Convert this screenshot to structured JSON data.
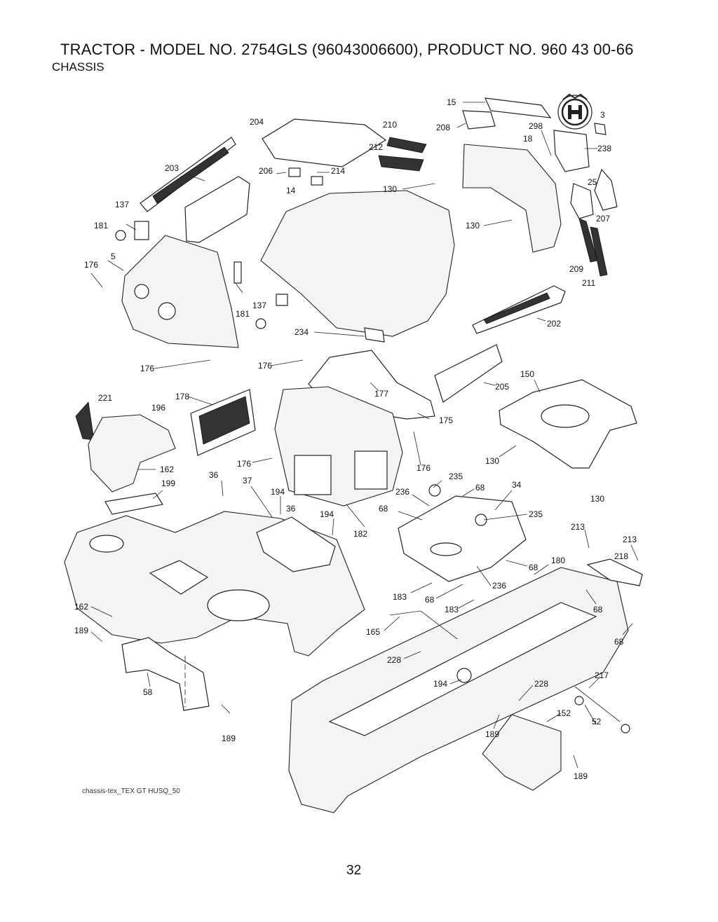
{
  "header": {
    "title": "TRACTOR - MODEL NO. 2754GLS (96043006600), PRODUCT NO. 960 43 00-66",
    "subtitle": "CHASSIS"
  },
  "callouts": {
    "c15": "15",
    "c3": "3",
    "c298": "298",
    "c18": "18",
    "c238": "238",
    "c208": "208",
    "c204": "204",
    "c210": "210",
    "c212": "212",
    "c203": "203",
    "c206": "206",
    "c214": "214",
    "c14": "14",
    "c130a": "130",
    "c130b": "130",
    "c25": "25",
    "c207": "207",
    "c137a": "137",
    "c181a": "181",
    "c5": "5",
    "c176a": "176",
    "c209": "209",
    "c211": "211",
    "c137b": "137",
    "c181b": "181",
    "c234": "234",
    "c202": "202",
    "c176b": "176",
    "c176c": "176",
    "c177": "177",
    "c150": "150",
    "c205": "205",
    "c221": "221",
    "c178": "178",
    "c196": "196",
    "c175": "175",
    "c162a": "162",
    "c176d": "176",
    "c176e": "176",
    "c130c": "130",
    "c130d": "130",
    "c36a": "36",
    "c37": "37",
    "c199": "199",
    "c194a": "194",
    "c36b": "36",
    "c194b": "194",
    "c182": "182",
    "c235a": "235",
    "c236a": "236",
    "c68a": "68",
    "c34": "34",
    "c68b": "68",
    "c235b": "235",
    "c213a": "213",
    "c213b": "213",
    "c218": "218",
    "c180": "180",
    "c68c": "68",
    "c183a": "183",
    "c68d": "68",
    "c236b": "236",
    "c183b": "183",
    "c68e": "68",
    "c68f": "68",
    "c162b": "162",
    "c165": "165",
    "c189a": "189",
    "c228a": "228",
    "c58": "58",
    "c194c": "194",
    "c228b": "228",
    "c217": "217",
    "c152": "152",
    "c52": "52",
    "c189b": "189",
    "c189c": "189",
    "c189d": "189"
  },
  "logo": {
    "name": "husqvarna-crown-logo"
  },
  "footer": {
    "note": "chassis-tex_TEX GT HUSQ_50",
    "page_number": "32"
  }
}
